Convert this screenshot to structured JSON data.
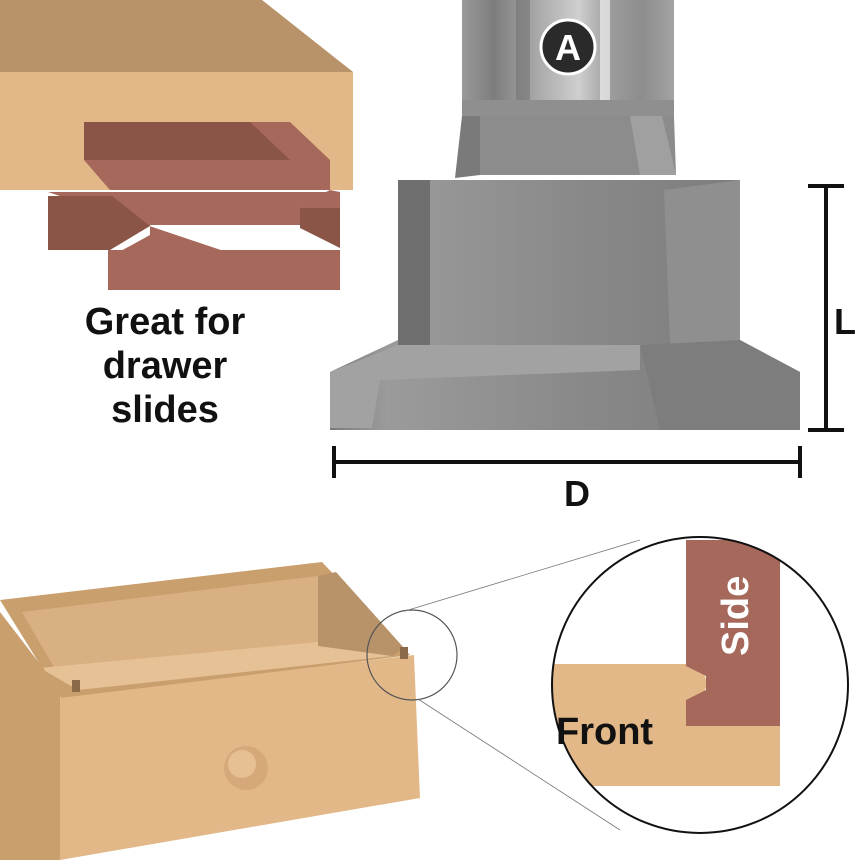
{
  "caption": {
    "line1": "Great for",
    "line2": "drawer",
    "line3": "slides"
  },
  "bit": {
    "shank_marker": "A",
    "length_label": "L",
    "diameter_label": "D"
  },
  "joint": {
    "side_label": "Side",
    "front_label": "Front"
  },
  "colors": {
    "light_wood": "#E2B888",
    "light_wood_shade": "#C99F6E",
    "light_wood_top": "#B89268",
    "dark_wood": "#A5685A",
    "dark_wood_shade": "#8A5447",
    "steel": "#8C8C8C"
  }
}
